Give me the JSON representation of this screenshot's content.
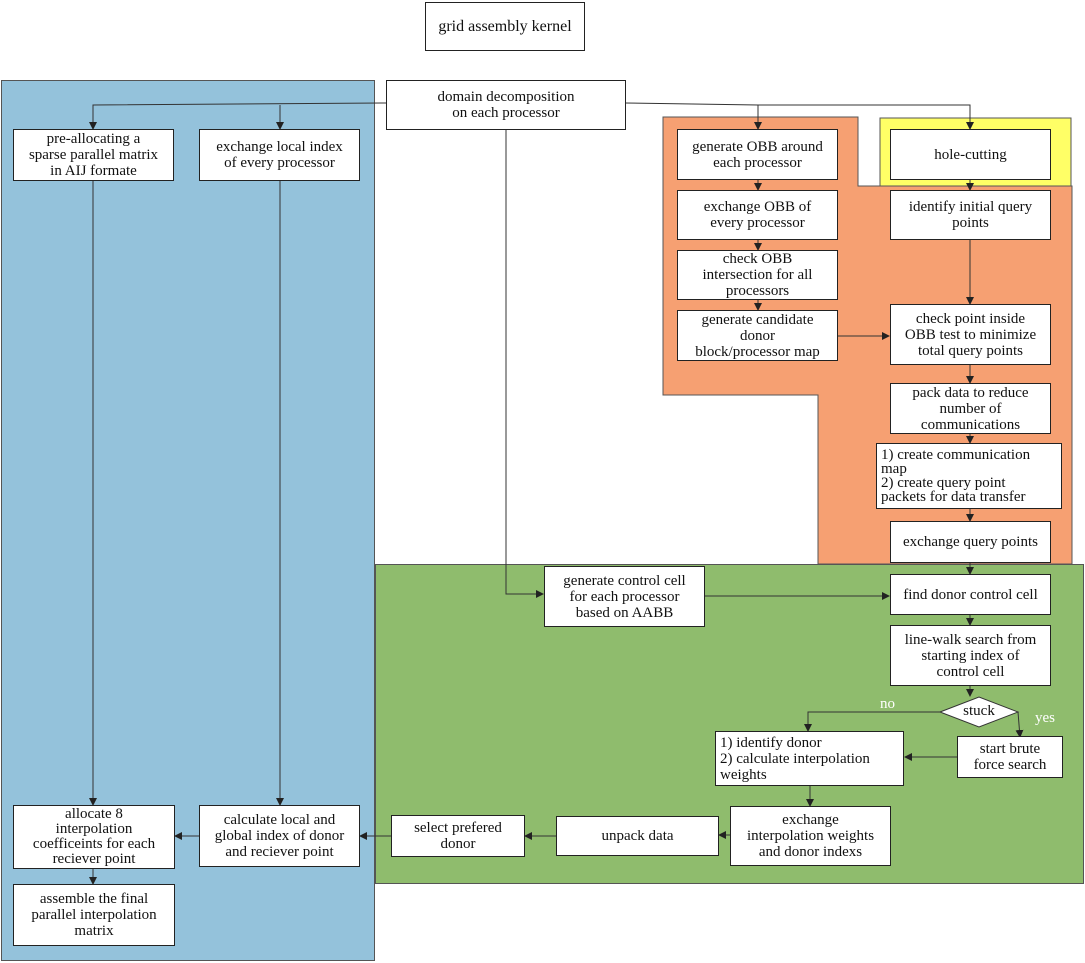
{
  "nodes": {
    "kernel": "grid assembly kernel",
    "decomp": "domain decomposition\non each processor",
    "prealloc": "pre-allocating a\nsparse parallel matrix\nin AIJ formate",
    "exlocal": "exchange local index\nof every processor",
    "genobb": "generate OBB around\neach processor",
    "exobb": "exchange OBB of\nevery processor",
    "checkobb": "check OBB\nintersection for all\nprocessors",
    "candidate": "generate candidate\ndonor\nblock/processor map",
    "holecut": "hole-cutting",
    "identify_query": "identify initial query\npoints",
    "check_point": "check point inside\nOBB test to minimize\ntotal query points",
    "pack": "pack data to reduce\nnumber of\ncommunications",
    "commmap": "1) create communication\n     map\n2) create query point\n     packets for data transfer",
    "exquery": "exchange query points",
    "controlcell": "generate control cell\nfor each processor\nbased on AABB",
    "finddonor": "find donor control cell",
    "linewalk": "line-walk search from\nstarting index of\ncontrol cell",
    "stuck": "stuck",
    "brute": "start brute\nforce search",
    "identify_donor": "1) identify donor\n2) calculate interpolation\n     weights",
    "exweights": "exchange\ninterpolation weights\nand donor indexs",
    "unpack": "unpack data",
    "select": "select prefered\ndonor",
    "calcindex": "calculate local and\nglobal index of donor\nand reciever point",
    "allocate": "allocate 8\ninterpolation\ncoefficeints for each\nreciever point",
    "assemble": "assemble the final\nparallel interpolation\nmatrix"
  },
  "edge_labels": {
    "no": "no",
    "yes": "yes"
  },
  "colors": {
    "blue_region": "#94c2db",
    "orange_region": "#f6a072",
    "green_region": "#8fbc6d",
    "highlight": "#ffff66"
  }
}
